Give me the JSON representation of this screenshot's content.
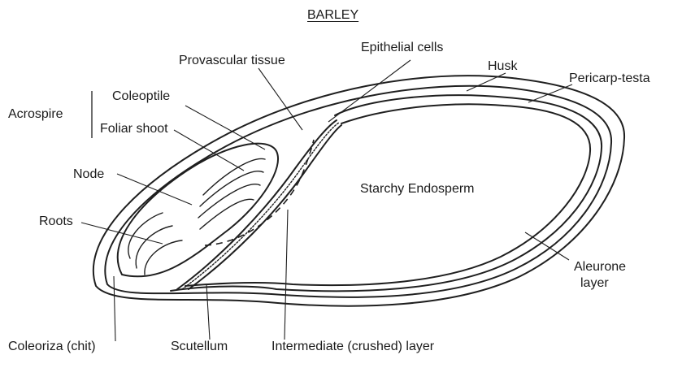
{
  "title": "BARLEY",
  "labels": {
    "epithelial_cells": "Epithelial cells",
    "provascular_tissue": "Provascular tissue",
    "husk": "Husk",
    "pericarp_testa": "Pericarp-testa",
    "coleoptile": "Coleoptile",
    "acrospire": "Acrospire",
    "foliar_shoot": "Foliar shoot",
    "node": "Node",
    "starchy_endosperm": "Starchy Endosperm",
    "roots": "Roots",
    "aleurone_layer_1": "Aleurone",
    "aleurone_layer_2": "layer",
    "coleoriza": "Coleoriza (chit)",
    "scutellum": "Scutellum",
    "intermediate_layer": "Intermediate (crushed) layer"
  }
}
